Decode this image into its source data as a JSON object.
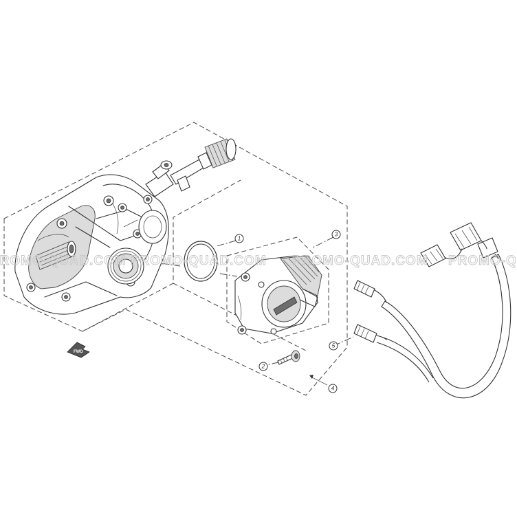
{
  "callouts": [
    {
      "number": "1",
      "part": "o-ring"
    },
    {
      "number": "2",
      "part": "bolt"
    },
    {
      "number": "3",
      "part": "actuator"
    },
    {
      "number": "4",
      "part": "assembly"
    },
    {
      "number": "5",
      "part": "wire-harness"
    }
  ],
  "watermark": "PROMO-QUAD.COM",
  "direction_label": "FWD"
}
